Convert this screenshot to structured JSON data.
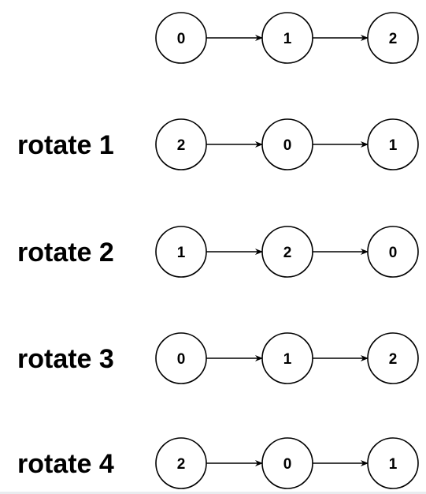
{
  "rows": [
    {
      "label": "",
      "nodes": [
        "0",
        "1",
        "2"
      ]
    },
    {
      "label": "rotate 1",
      "nodes": [
        "2",
        "0",
        "1"
      ]
    },
    {
      "label": "rotate 2",
      "nodes": [
        "1",
        "2",
        "0"
      ]
    },
    {
      "label": "rotate 3",
      "nodes": [
        "0",
        "1",
        "2"
      ]
    },
    {
      "label": "rotate 4",
      "nodes": [
        "2",
        "0",
        "1"
      ]
    }
  ],
  "colors": {
    "stroke": "#000000",
    "node_fill": "#ffffff",
    "text": "#000000"
  }
}
